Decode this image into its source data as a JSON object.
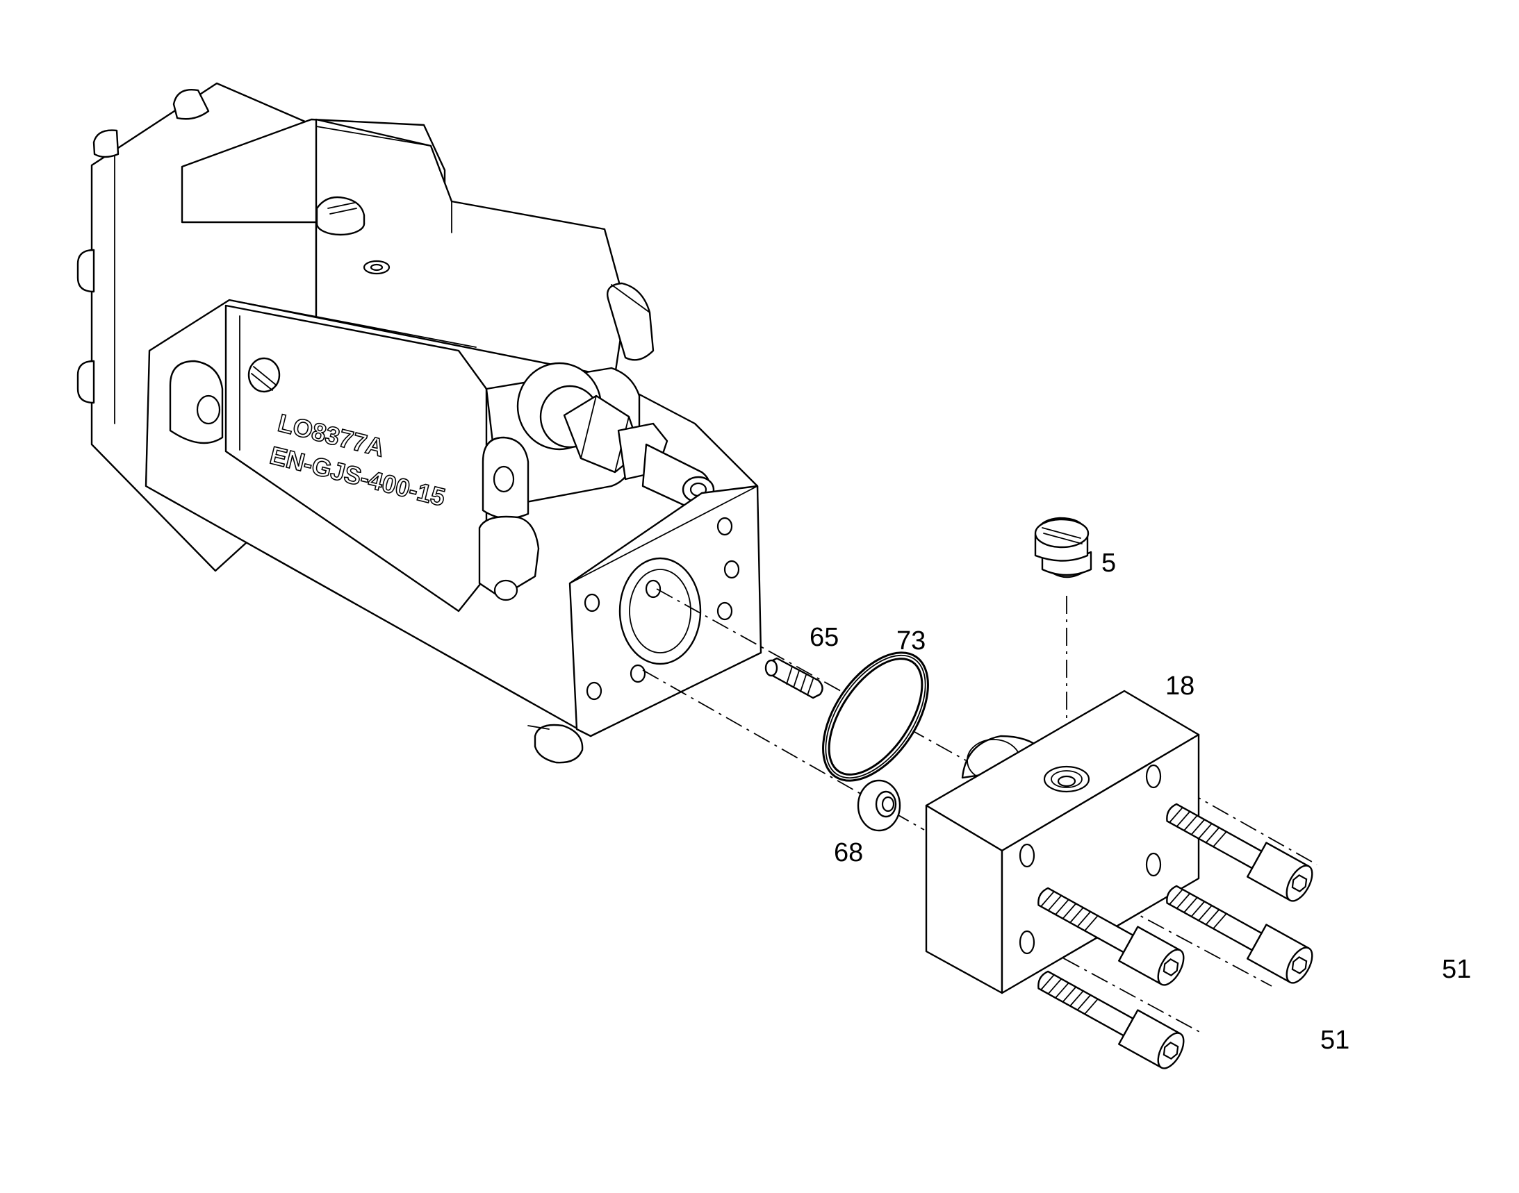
{
  "casting_marks": {
    "line1": "LO8377A",
    "line2": "EN-GJS-400-15"
  },
  "callouts": {
    "item_5": "5",
    "item_65": "65",
    "item_73": "73",
    "item_18": "18",
    "item_68": "68",
    "item_51_upper": "51",
    "item_51_lower": "51"
  }
}
